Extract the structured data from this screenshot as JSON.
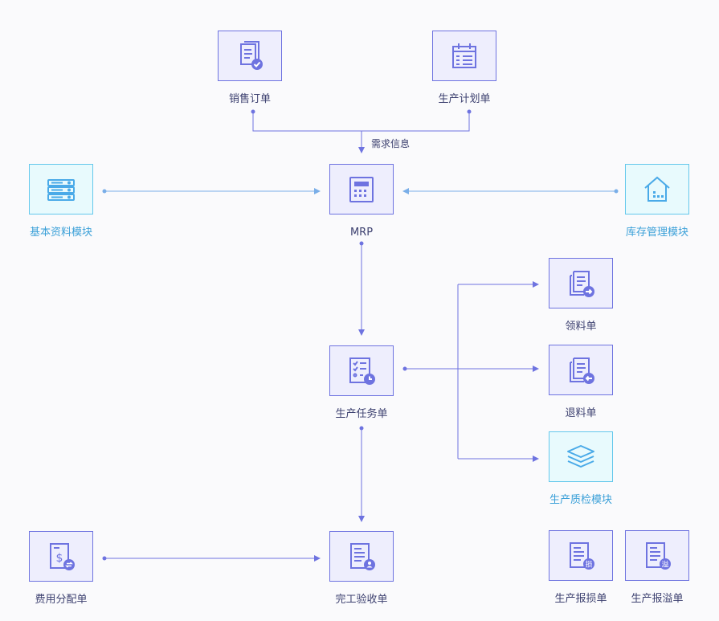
{
  "colors": {
    "indigo": "#6e73e0",
    "indigo_fill": "#eeeefd",
    "cyan": "#64c8ec",
    "cyan_fill": "#e8fafd",
    "cyan_line": "#79aee8",
    "text_dark": "#3d4170",
    "text_cyan": "#3ba0d8"
  },
  "nodes": {
    "sales_order": {
      "label": "销售订单",
      "icon": "document-check-icon"
    },
    "production_plan": {
      "label": "生产计划单",
      "icon": "calendar-icon"
    },
    "basic_data": {
      "label": "基本资料模块",
      "icon": "server-icon"
    },
    "mrp": {
      "label": "MRP",
      "icon": "calculator-icon"
    },
    "inventory": {
      "label": "库存管理模块",
      "icon": "warehouse-icon"
    },
    "material_requisition": {
      "label": "领料单",
      "icon": "document-arrow-right-icon"
    },
    "production_task": {
      "label": "生产任务单",
      "icon": "checklist-clock-icon"
    },
    "material_return": {
      "label": "退料单",
      "icon": "document-arrow-left-icon"
    },
    "quality_check": {
      "label": "生产质检模块",
      "icon": "layers-icon"
    },
    "cost_allocation": {
      "label": "费用分配单",
      "icon": "document-dollar-icon"
    },
    "completion_acceptance": {
      "label": "完工验收单",
      "icon": "document-user-icon"
    },
    "loss_report": {
      "label": "生产报损单",
      "icon": "document-loss-icon",
      "badge": "损"
    },
    "overflow_report": {
      "label": "生产报溢单",
      "icon": "document-overflow-icon",
      "badge": "溢"
    }
  },
  "edges": {
    "demand_info": {
      "label": "需求信息"
    }
  }
}
